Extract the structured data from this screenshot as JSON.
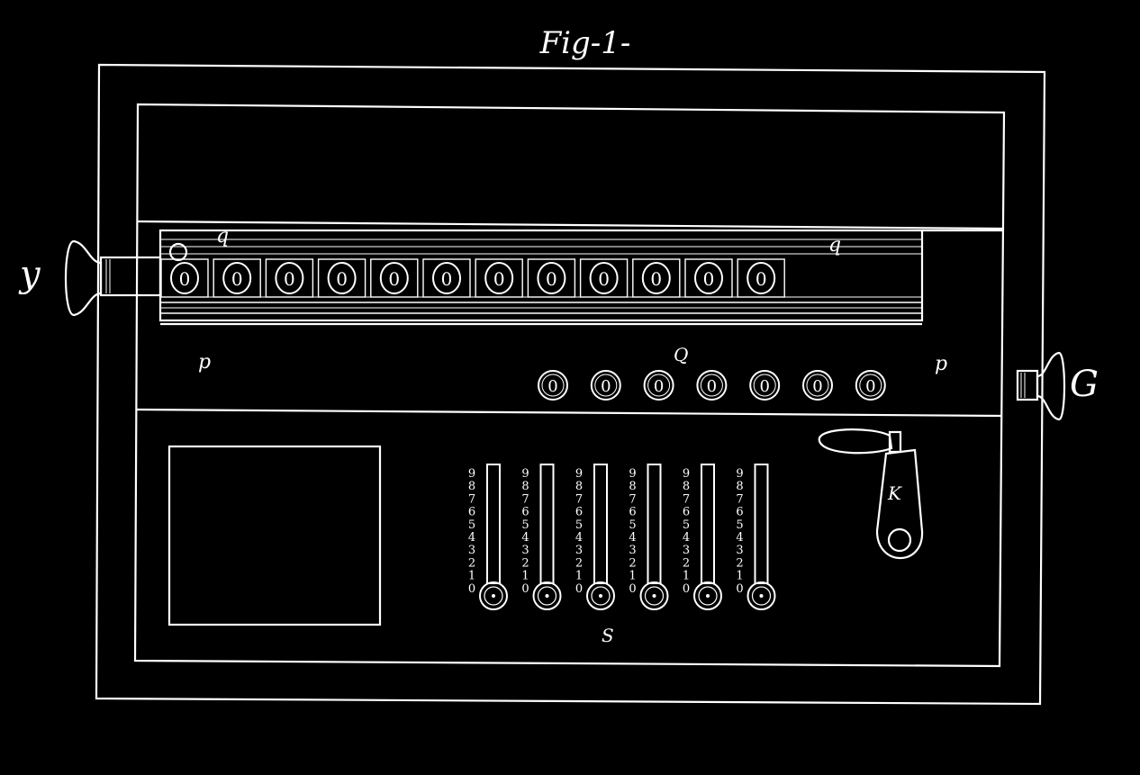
{
  "figure": {
    "title": "Fig-1-",
    "labels": {
      "left_knob": "y",
      "right_knob": "G",
      "carriage_q_left": "q",
      "carriage_q_right": "q",
      "plate_p_left": "p",
      "plate_p_right": "p",
      "counter_Q": "Q",
      "crank_K": "K",
      "slides_S": "S"
    },
    "result_dials": [
      "0",
      "0",
      "0",
      "0",
      "0",
      "0",
      "0",
      "0",
      "0",
      "0",
      "0",
      "0"
    ],
    "counter_dials": [
      "0",
      "0",
      "0",
      "0",
      "0",
      "0",
      "0"
    ],
    "slide_scale": [
      "9",
      "8",
      "7",
      "6",
      "5",
      "4",
      "3",
      "2",
      "1",
      "0"
    ],
    "slide_count": 6,
    "colors": {
      "background": "#000000",
      "ink": "#ffffff"
    }
  }
}
